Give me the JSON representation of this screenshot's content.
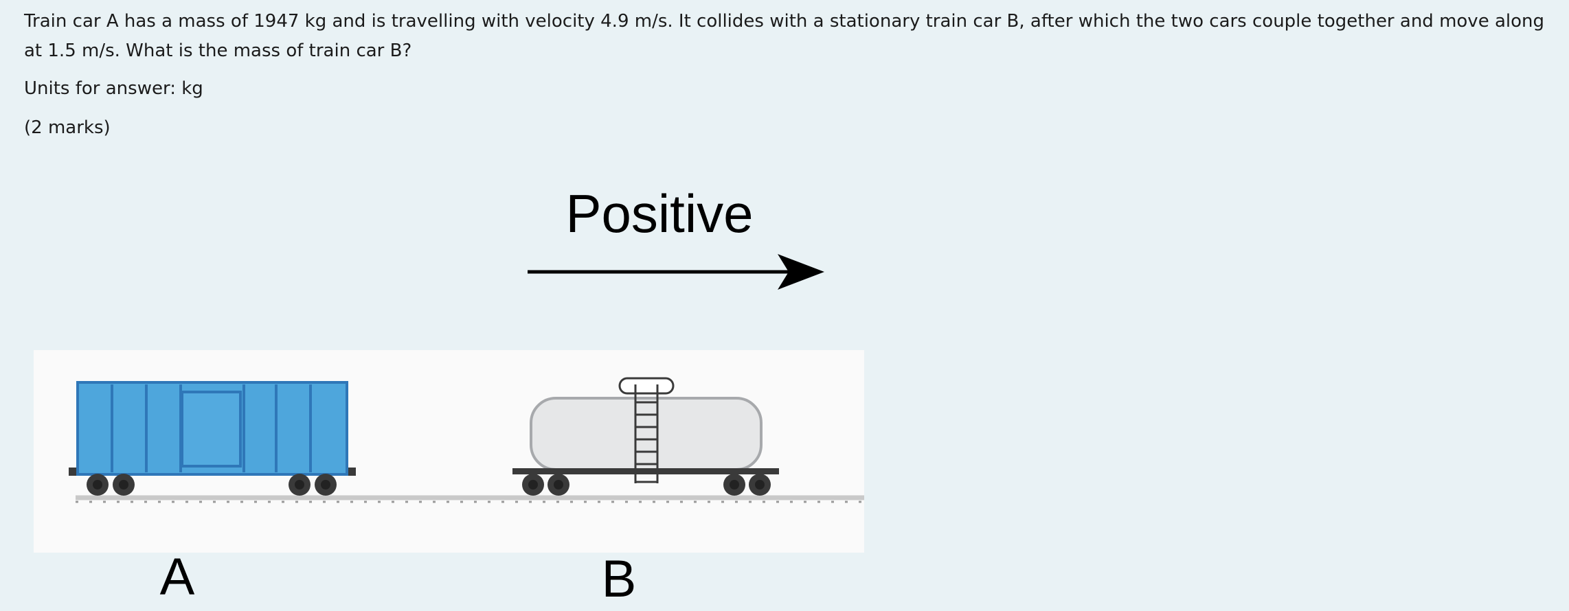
{
  "question": {
    "text": "Train car A has a mass of 1947 kg and is travelling with velocity 4.9 m/s. It collides with a stationary train car B, after which the two cars couple together and move along at 1.5 m/s. What is the mass of train car B?",
    "units": "Units for answer: kg",
    "marks": "(2 marks)"
  },
  "figure": {
    "direction_label": "Positive",
    "car_a_label": "A",
    "car_b_label": "B",
    "colors": {
      "car_a_body": "#4ea6dc",
      "car_a_outline": "#2f77b8",
      "car_b_tank": "#e6e7e8",
      "car_b_outline": "#a7a9ac",
      "panel": "#fafafa",
      "wheels": "#3a3a3a",
      "track": "#c9c9c9",
      "arrow": "#000000"
    }
  }
}
